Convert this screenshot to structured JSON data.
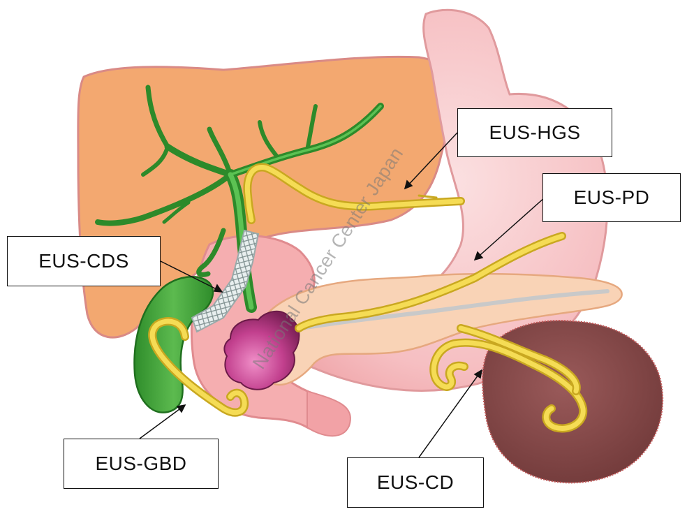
{
  "labels": {
    "hgs": "EUS-HGS",
    "pd": "EUS-PD",
    "cds": "EUS-CDS",
    "gbd": "EUS-GBD",
    "cd": "EUS-CD"
  },
  "watermark": "National Cancer Center Japan",
  "colors": {
    "liver": "#f3a870",
    "stomach": "#f7c4c6",
    "duodenum": "#f4a7a9",
    "pancreas": "#f8cfb2",
    "bile_duct": "#3f9f3a",
    "stent": "#f2d64a",
    "cyst": "#8a4b4b",
    "tumor": "#b0307a"
  }
}
